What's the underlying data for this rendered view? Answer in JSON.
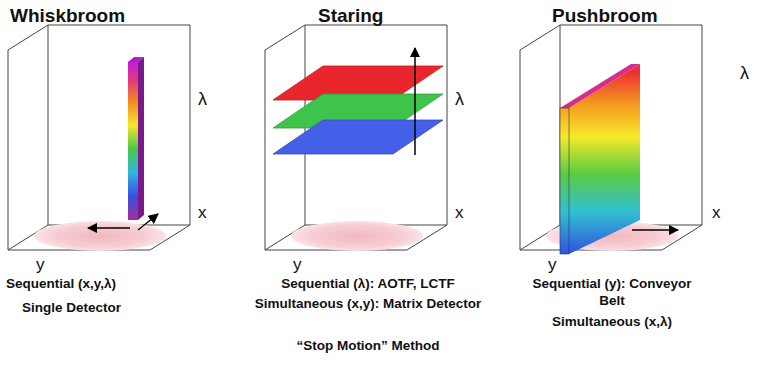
{
  "diagram": {
    "labels": [
      "Whiskbroom",
      "Staring",
      "Pushbroom",
      "λ",
      "x",
      "y",
      "Sequential (x,y,λ)",
      "Single Detector",
      "λ",
      "x",
      "y",
      "Sequential (λ): AOTF, LCTF",
      "Simultaneous (x,y): Matrix Detector",
      "“Stop Motion” Method",
      "λ",
      "x",
      "y",
      "Sequential (y): Conveyor Belt",
      "Simultaneous (x,λ)"
    ]
  }
}
